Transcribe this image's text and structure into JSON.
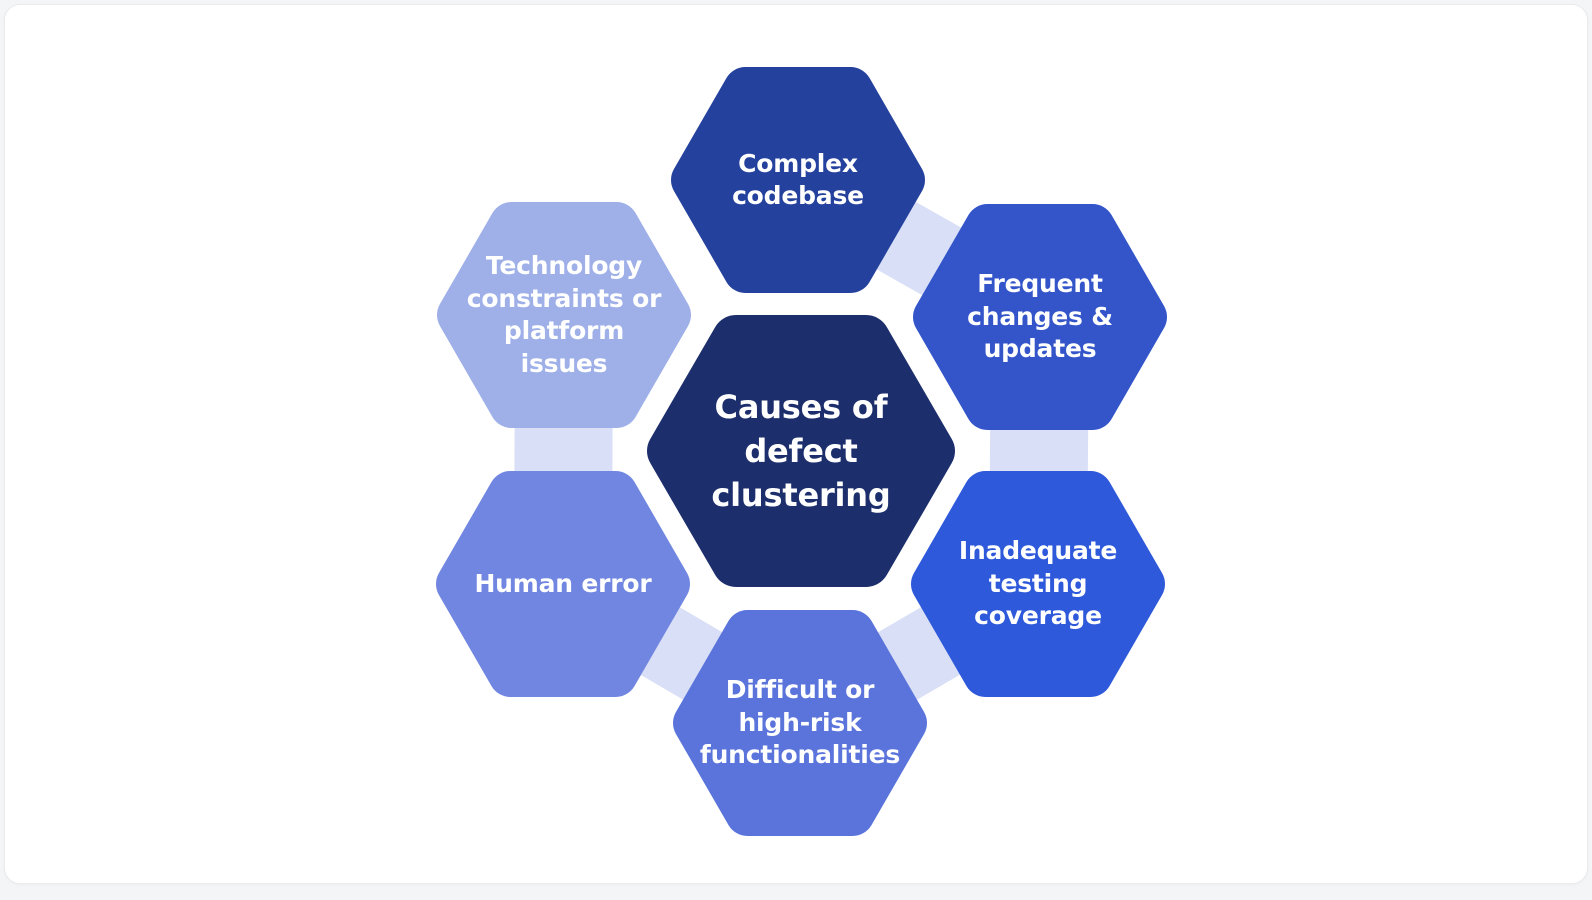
{
  "diagram": {
    "title": "Causes of defect clustering",
    "center": {
      "label": "Causes of\ndefect\nclustering",
      "color": "#1C2E6C"
    },
    "nodes": [
      {
        "id": "complex-codebase",
        "position": "top",
        "label": "Complex\ncodebase",
        "color": "#24419E"
      },
      {
        "id": "frequent-changes",
        "position": "top-right",
        "label": "Frequent\nchanges &\nupdates",
        "color": "#3355C9"
      },
      {
        "id": "inadequate-testing",
        "position": "bottom-right",
        "label": "Inadequate\ntesting\ncoverage",
        "color": "#2E59DA"
      },
      {
        "id": "difficult-high-risk",
        "position": "bottom",
        "label": "Difficult or\nhigh-risk\nfunctionalities",
        "color": "#5A74DB"
      },
      {
        "id": "human-error",
        "position": "bottom-left",
        "label": "Human error",
        "color": "#7186E0"
      },
      {
        "id": "technology-constraints",
        "position": "top-left",
        "label": "Technology\nconstraints or\nplatform\nissues",
        "color": "#9FB0E8"
      }
    ],
    "connector_color": "#D9DFF6"
  }
}
